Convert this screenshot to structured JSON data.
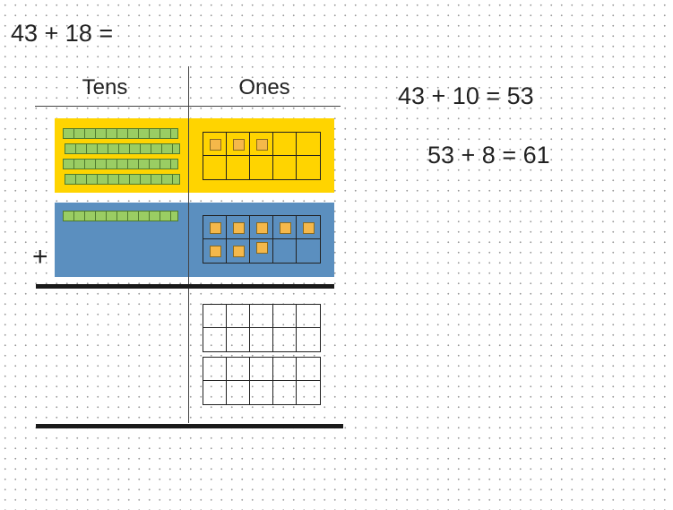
{
  "equations": {
    "main": "43 + 18 =",
    "step1": "43 + 10 = 53",
    "step2": "53 + 8 = 61"
  },
  "headers": {
    "tens": "Tens",
    "ones": "Ones"
  },
  "operator": "+",
  "colors": {
    "first_addend": "#ffd400",
    "second_addend": "#5b8fbf",
    "ten_rod": "#9acd63",
    "one_cube": "#f5b84a"
  },
  "addend_1": {
    "tens_rods": 4,
    "ones_cubes": 3
  },
  "addend_2": {
    "tens_rods": 1,
    "ones_cubes": 8
  }
}
